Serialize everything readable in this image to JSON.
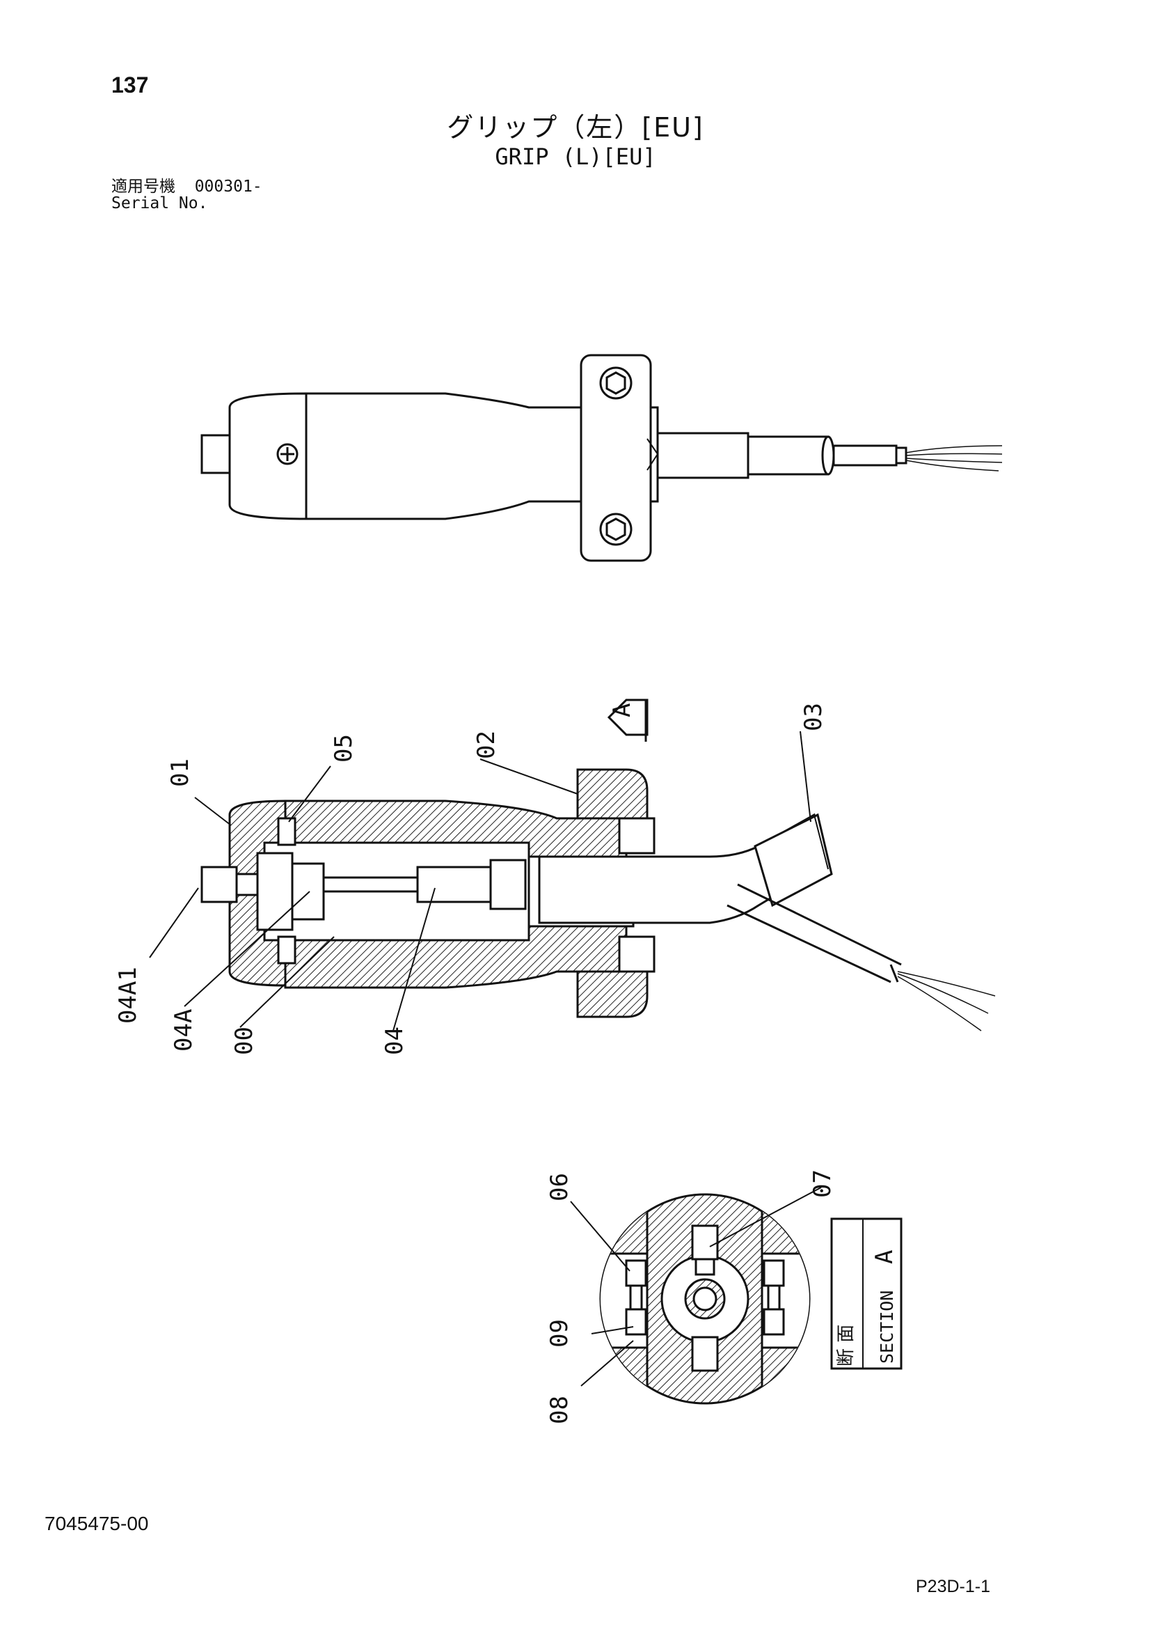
{
  "header": {
    "page_number": "137",
    "title_jp": "グリップ（左）[EU]",
    "title_en": "GRIP (L)[EU]",
    "serial_label_jp": "適用号機",
    "serial_value": "000301-",
    "serial_label_en": "Serial No."
  },
  "drawing": {
    "section_marker": "A",
    "section_box": {
      "label_jp": "断 面",
      "label_en": "SECTION",
      "letter": "A"
    },
    "callouts": {
      "c01": "01",
      "c05": "05",
      "c02": "02",
      "c03": "03",
      "c04a1": "04A1",
      "c04a": "04A",
      "c00": "00",
      "c04": "04",
      "c06": "06",
      "c07": "07",
      "c09": "09",
      "c08": "08"
    }
  },
  "footer": {
    "doc_code": "7045475-00",
    "page_ref": "P23D-1-1"
  },
  "colors": {
    "ink": "#111111",
    "paper": "#ffffff"
  }
}
